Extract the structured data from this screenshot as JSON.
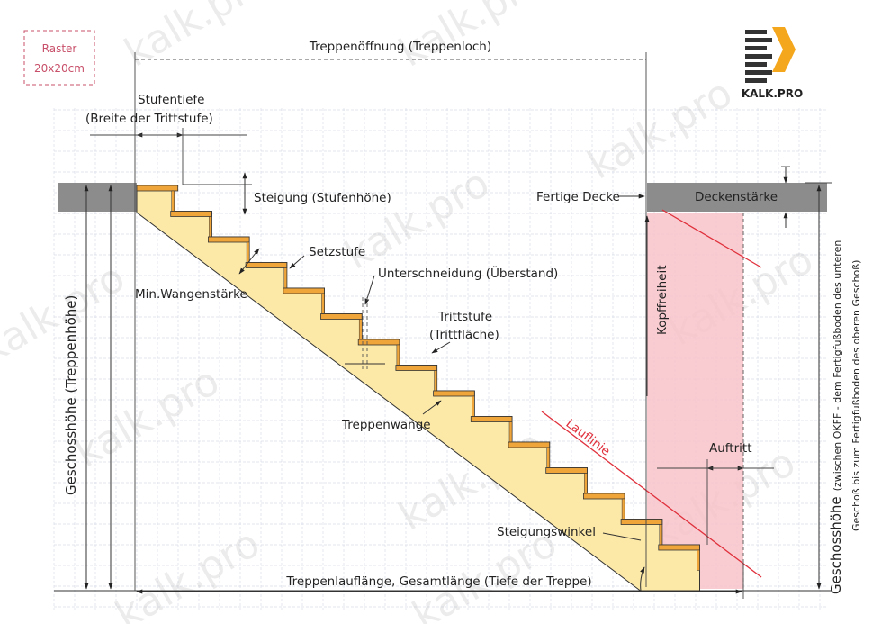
{
  "raster": {
    "line1": "Raster",
    "line2": "20x20cm"
  },
  "labels": {
    "treppenoeffnung": "Treppenöffnung (Treppenloch)",
    "stufentiefe_1": "Stufentiefe",
    "stufentiefe_2": "(Breite der Trittstufe)",
    "steigung": "Steigung (Stufenhöhe)",
    "fertige_decke": "Fertige Decke",
    "deckenstaerke": "Deckenstärke",
    "setzstufe": "Setzstufe",
    "unterschneidung": "Unterschneidung (Überstand)",
    "min_wangenstaerke": "Min.Wangenstärke",
    "trittstufe_1": "Trittstufe",
    "trittstufe_2": "(Trittfläche)",
    "kopffreiheit": "Kopffreiheit",
    "treppenwange": "Treppenwange",
    "lauflinie": "Lauflinie",
    "auftritt": "Auftritt",
    "steigungswinkel": "Steigungswinkel",
    "gesamtlaenge": "Treppenlauflänge, Gesamtlänge (Tiefe der Treppe)",
    "geschosshoehe_left": "Geschosshöhe (Treppenhöhe)",
    "geschosshoehe_right_main": "Geschosshöhe",
    "geschosshoehe_right_sub1": "(zwischen OKFF - dem Fertigfußboden des unteren",
    "geschosshoehe_right_sub2": "Geschoß bis zum Fertigfußboden des oberen Geschoß)"
  },
  "logo": {
    "text": "KALK.PRO"
  },
  "watermark": "kalk.pro",
  "colors": {
    "stair_fill": "#fce9a8",
    "tread": "#f0a53a",
    "slab": "#8c8c8c",
    "headroom": "#f7c3c9",
    "red_line": "#e0303c",
    "grid": "#d8dde6"
  }
}
